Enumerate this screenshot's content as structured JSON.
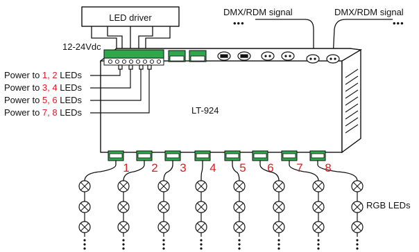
{
  "driver": {
    "label": "LED driver"
  },
  "dmx": {
    "left_label": "DMX/RDM signal",
    "right_label": "DMX/RDM signal",
    "ellipsis": "•••"
  },
  "voltage": "12-24Vdc",
  "device": {
    "model": "LT-924"
  },
  "power_labels": [
    {
      "prefix": "Power to ",
      "nums": "1, 2",
      "suffix": " LEDs"
    },
    {
      "prefix": "Power to ",
      "nums": "3, 4",
      "suffix": " LEDs"
    },
    {
      "prefix": "Power to ",
      "nums": "5, 6",
      "suffix": " LEDs"
    },
    {
      "prefix": "Power to ",
      "nums": "7, 8",
      "suffix": " LEDs"
    }
  ],
  "channels": [
    "1",
    "2",
    "3",
    "4",
    "5",
    "6",
    "7",
    "8"
  ],
  "leds_label": "RGB LEDs",
  "colors": {
    "accent": "#e01b22",
    "line": "#111111",
    "body": "#ffffff"
  }
}
